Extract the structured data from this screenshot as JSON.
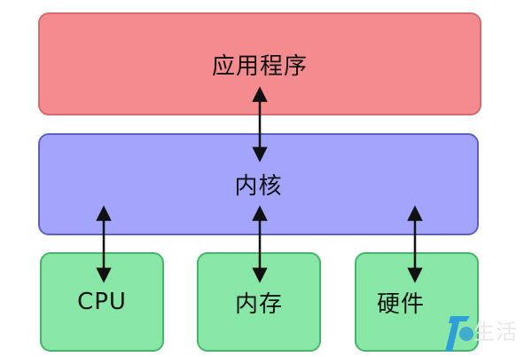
{
  "diagram": {
    "application": {
      "label": "应用程序",
      "color": "#f38b8f"
    },
    "kernel": {
      "label": "内核",
      "color": "#a3a4fc"
    },
    "cpu": {
      "label": "CPU",
      "color": "#88e6a6"
    },
    "memory": {
      "label": "内存",
      "color": "#88e6a6"
    },
    "hardware": {
      "label": "硬件",
      "color": "#88e6a6"
    },
    "arrow_color": "#111111"
  },
  "watermark": {
    "text": "生活",
    "color": "#2f9fd8"
  }
}
